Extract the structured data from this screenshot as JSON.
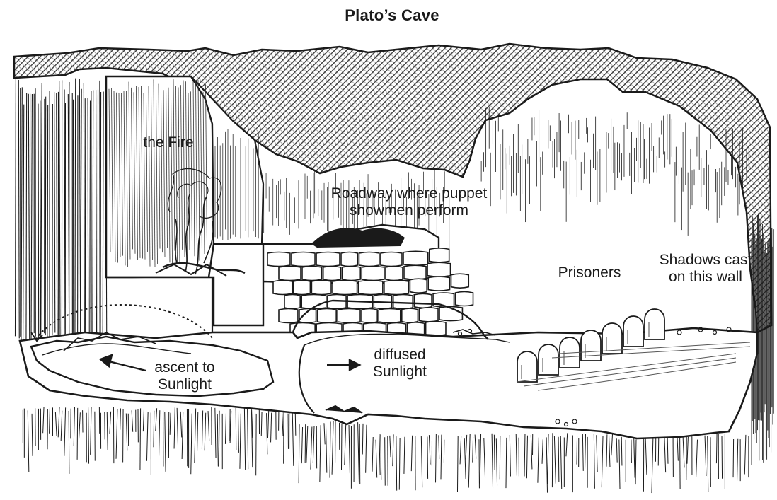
{
  "title": "Plato’s Cave",
  "labels": {
    "fire": "the Fire",
    "roadway": "Roadway where puppet\nshowmen perform",
    "prisoners": "Prisoners",
    "shadows": "Shadows cast\non this wall",
    "diffused": "diffused\nSunlight",
    "ascent": "ascent to\nSunlight"
  },
  "prisoner_count": 7,
  "colors": {
    "ink": "#1a1a1a",
    "paper": "#ffffff",
    "rock_hatch": "#333333"
  }
}
